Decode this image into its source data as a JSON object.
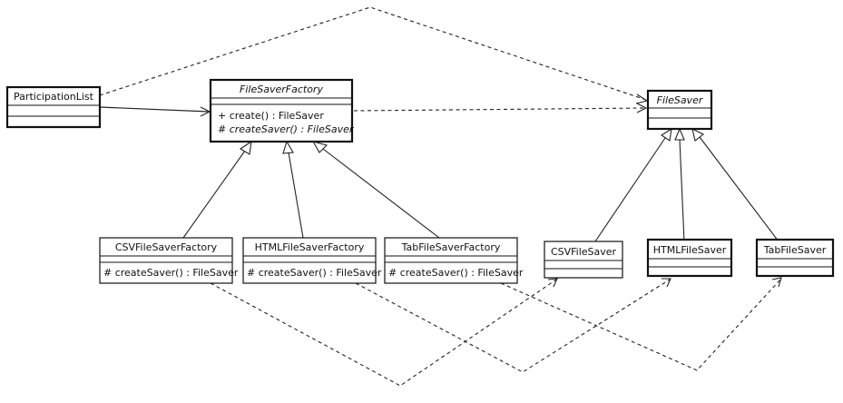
{
  "classes": {
    "participation_list": {
      "name": "ParticipationList"
    },
    "file_saver_factory": {
      "name": "FileSaverFactory",
      "op1": "+ create() : FileSaver",
      "op2": "# createSaver() : FileSaver"
    },
    "file_saver": {
      "name": "FileSaver"
    },
    "csv_factory": {
      "name": "CSVFileSaverFactory",
      "op": "# createSaver() : FileSaver"
    },
    "html_factory": {
      "name": "HTMLFileSaverFactory",
      "op": "# createSaver() : FileSaver"
    },
    "tab_factory": {
      "name": "TabFileSaverFactory",
      "op": "# createSaver() : FileSaver"
    },
    "csv_saver": {
      "name": "CSVFileSaver"
    },
    "html_saver": {
      "name": "HTMLFileSaver"
    },
    "tab_saver": {
      "name": "TabFileSaver"
    }
  }
}
